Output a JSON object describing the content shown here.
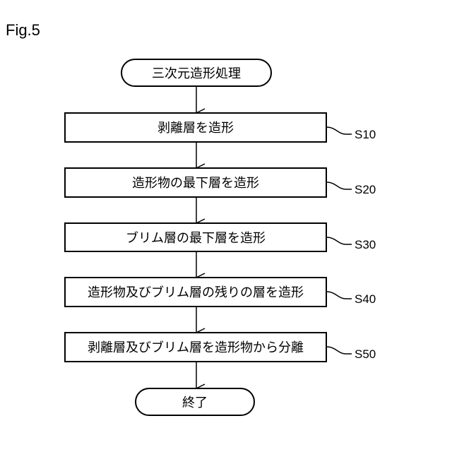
{
  "figure": {
    "label": "Fig.5"
  },
  "flow": {
    "start": "三次元造形処理",
    "steps": [
      {
        "text": "剥離層を造形",
        "id": "S10"
      },
      {
        "text": "造形物の最下層を造形",
        "id": "S20"
      },
      {
        "text": "ブリム層の最下層を造形",
        "id": "S30"
      },
      {
        "text": "造形物及びブリム層の残りの層を造形",
        "id": "S40"
      },
      {
        "text": "剥離層及びブリム層を造形物から分離",
        "id": "S50"
      }
    ],
    "end": "終了"
  }
}
